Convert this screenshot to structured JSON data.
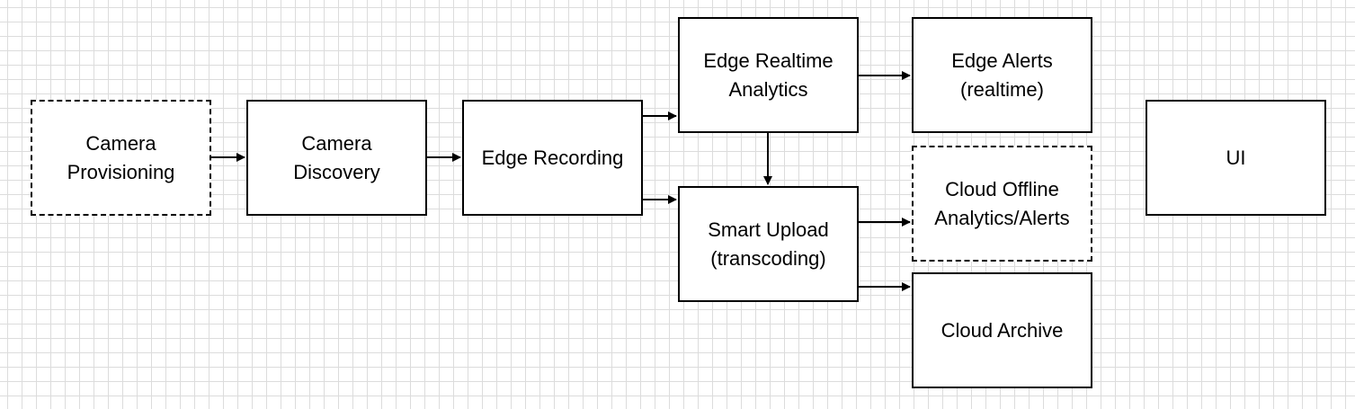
{
  "diagram": {
    "nodes": [
      {
        "id": "camera-provisioning",
        "label": "Camera\nProvisioning",
        "style": "dashed"
      },
      {
        "id": "camera-discovery",
        "label": "Camera\nDiscovery",
        "style": "solid"
      },
      {
        "id": "edge-recording",
        "label": "Edge Recording",
        "style": "solid"
      },
      {
        "id": "edge-realtime-analytics",
        "label": "Edge Realtime\nAnalytics",
        "style": "solid"
      },
      {
        "id": "smart-upload",
        "label": "Smart Upload\n(transcoding)",
        "style": "solid"
      },
      {
        "id": "edge-alerts",
        "label": "Edge Alerts\n(realtime)",
        "style": "solid"
      },
      {
        "id": "cloud-offline-analytics",
        "label": "Cloud Offline\nAnalytics/Alerts",
        "style": "dashed"
      },
      {
        "id": "cloud-archive",
        "label": "Cloud Archive",
        "style": "solid"
      },
      {
        "id": "ui",
        "label": "UI",
        "style": "solid"
      }
    ],
    "edges": [
      {
        "from": "camera-provisioning",
        "to": "camera-discovery"
      },
      {
        "from": "camera-discovery",
        "to": "edge-recording"
      },
      {
        "from": "edge-recording",
        "to": "edge-realtime-analytics"
      },
      {
        "from": "edge-recording",
        "to": "smart-upload"
      },
      {
        "from": "edge-realtime-analytics",
        "to": "edge-alerts"
      },
      {
        "from": "edge-realtime-analytics",
        "to": "smart-upload"
      },
      {
        "from": "smart-upload",
        "to": "cloud-offline-analytics"
      },
      {
        "from": "smart-upload",
        "to": "cloud-archive"
      }
    ],
    "colors": {
      "stroke": "#000000",
      "fill": "#ffffff",
      "grid": "#dcdcdc"
    }
  }
}
